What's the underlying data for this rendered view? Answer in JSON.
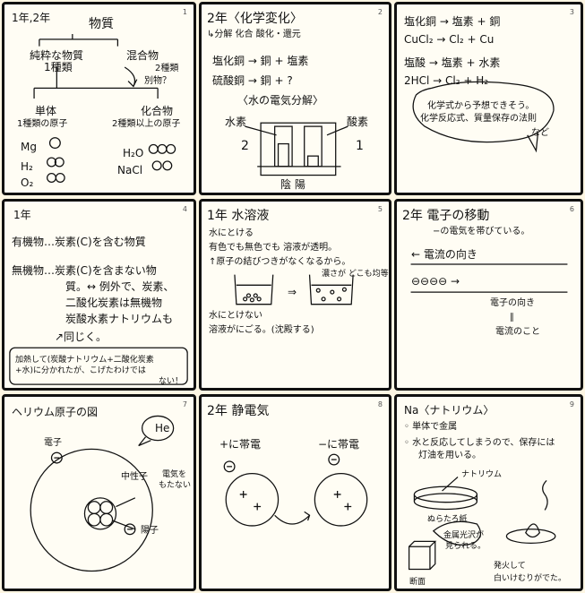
{
  "panels": [
    {
      "num": "1",
      "header": "1年,2年",
      "title": "物質",
      "pure": "純粋な物質",
      "pure_sub": "1種類",
      "mixture": "混合物",
      "mixture_note1": "2種類",
      "mixture_note2": "別物？",
      "element": "単体",
      "element_sub": "1種類の原子",
      "compound": "化合物",
      "compound_sub": "2種類以上の原子",
      "ex_mg": "Mg",
      "ex_h2": "H₂",
      "ex_o2": "O₂",
      "ex_h2o": "H₂O",
      "ex_nacl": "NaCl"
    },
    {
      "num": "2",
      "title": "2年〈化学変化〉",
      "line1": "↳分解 化合 酸化・還元",
      "eq1": "塩化銅 → 銅 + 塩素",
      "eq2": "硫酸銅 → 銅 + ?",
      "sub": "〈水の電気分解〉",
      "hydrogen": "水素",
      "oxygen": "酸素",
      "h_ratio": "2",
      "o_ratio": "1",
      "electrodes": "陰 陽"
    },
    {
      "num": "3",
      "eq1": "塩化銅 → 塩素 + 銅",
      "eq1_f": "CuCl₂ → Cl₂ + Cu",
      "eq2": "塩酸 → 塩素 + 水素",
      "eq2_f": "2HCl → Cl₂ + H₂",
      "bubble1": "化学式から予想できそう。",
      "bubble2": "化学反応式、質量保存の法則",
      "bubble3": "など"
    },
    {
      "num": "4",
      "title": "1年",
      "line1": "有機物…炭素(C)を含む物質",
      "line2": "無機物…炭素(C)を含まない物",
      "line3": "質。↔ 例外で、炭素、",
      "line4": "二酸化炭素は無機物",
      "line5": "炭酸水素ナトリウムも",
      "line6": "↗同じく。",
      "box1": "加熱して(炭酸ナトリウム+二酸化炭素",
      "box2": "+水)に分かれたが、こげたわけでは",
      "box3": "ない！"
    },
    {
      "num": "5",
      "title": "1年 水溶液",
      "head1": "水にとける",
      "line1": "有色でも無色でも 溶液が透明。",
      "line2": "↑原子の結びつきがなくなるから。",
      "note": "濃さが どこも均等",
      "arrow": "⇒",
      "head2": "水にとけない",
      "line3": "溶液がにごる。(沈殿する)"
    },
    {
      "num": "6",
      "title": "2年 電子の移動",
      "line1": "−の電気を帯びている。",
      "current": "← 電流の向き",
      "electrons": "⊖⊖⊖⊖ →",
      "electron_dir": "電子の向き",
      "equals": "∥",
      "current_word": "電流のこと"
    },
    {
      "num": "7",
      "title": "ヘリウム原子の図",
      "bubble": "He",
      "electron": "電子",
      "neutron": "中性子",
      "neutral1": "電気を",
      "neutral2": "もたない",
      "proton": "陽子"
    },
    {
      "num": "8",
      "title": "2年 静電気",
      "plus": "+に帯電",
      "minus": "−に帯電"
    },
    {
      "num": "9",
      "title": "Na〈ナトリウム〉",
      "line1": "◦ 単体で金属",
      "line2": "◦ 水と反応してしまうので、保存には",
      "line3": "灯油を用いる。",
      "label_na": "ナトリウム",
      "paper": "ぬらたろ紙",
      "luster1": "金属光沢が",
      "luster2": "見られる。",
      "section": "断面",
      "fire1": "発火して",
      "fire2": "白いけむりがでた。"
    }
  ]
}
